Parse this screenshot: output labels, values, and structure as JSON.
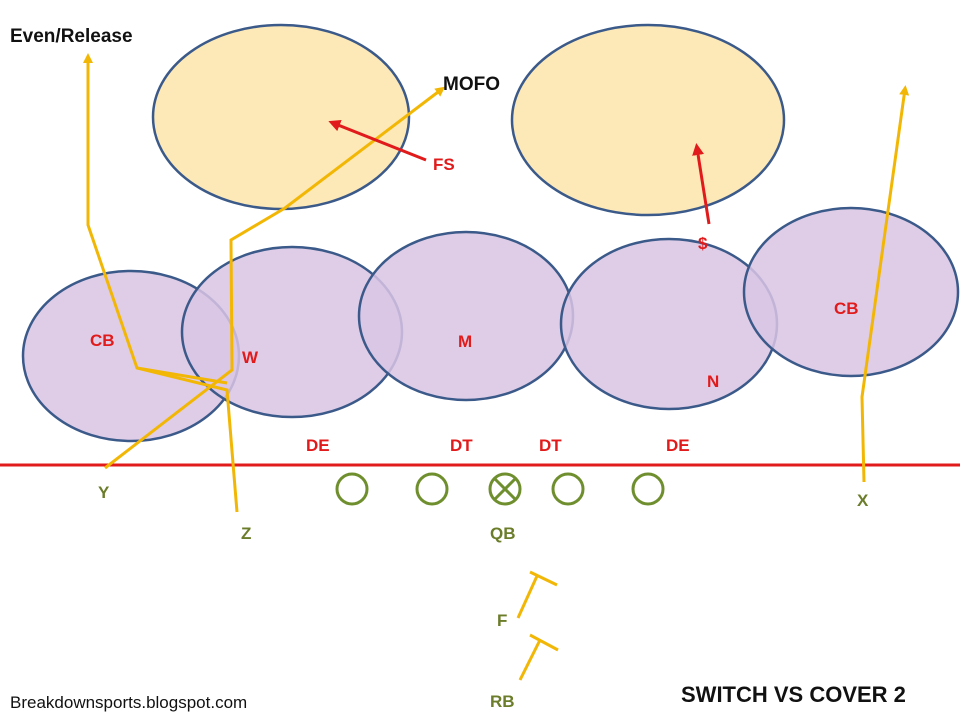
{
  "diagram": {
    "top_left_label": "Even/Release",
    "mofo_label": "MOFO",
    "footer_site": "Breakdownsports.blogspot.com",
    "footer_title": "SWITCH VS COVER 2",
    "colors": {
      "deep_zone_fill": "#fde9b8",
      "under_zone_fill": "#dcc8e6",
      "zone_stroke": "#3b5a8a",
      "line_of_scrimmage": "#e11b1b",
      "route": "#f2b705",
      "defense_text": "#e11b1b",
      "offense_text": "#6b7d2a",
      "offense_player": "#6f8f2f",
      "black_text": "#111111"
    },
    "defense": {
      "fs": "FS",
      "strong_safety": "$",
      "cb_left": "CB",
      "cb_right": "CB",
      "will": "W",
      "mike": "M",
      "nickel": "N",
      "de_left": "DE",
      "dt_left": "DT",
      "dt_right": "DT",
      "de_right": "DE"
    },
    "offense": {
      "y": "Y",
      "z": "Z",
      "x": "X",
      "qb": "QB",
      "f": "F",
      "rb": "RB"
    }
  }
}
